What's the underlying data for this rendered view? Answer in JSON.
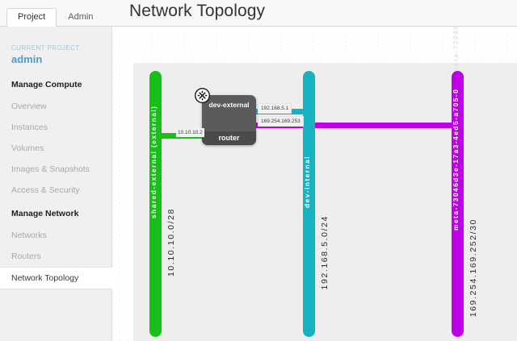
{
  "topbar": {
    "tabs": [
      {
        "label": "Project",
        "active": true
      },
      {
        "label": "Admin",
        "active": false
      }
    ],
    "title": "Network Topology"
  },
  "sidebar": {
    "current_project_label": "CURRENT PROJECT",
    "current_project_name": "admin",
    "groups": [
      {
        "heading": "Manage Compute",
        "items": [
          {
            "label": "Overview",
            "active": false
          },
          {
            "label": "Instances",
            "active": false
          },
          {
            "label": "Volumes",
            "active": false
          },
          {
            "label": "Images & Snapshots",
            "active": false
          },
          {
            "label": "Access & Security",
            "active": false
          }
        ]
      },
      {
        "heading": "Manage Network",
        "items": [
          {
            "label": "Networks",
            "active": false
          },
          {
            "label": "Routers",
            "active": false
          },
          {
            "label": "Network Topology",
            "active": true
          }
        ]
      }
    ]
  },
  "topology": {
    "networks": [
      {
        "id": "shared-external",
        "name": "shared-external (external)",
        "subnet": "10.10.10.0/28",
        "color": "#17c017"
      },
      {
        "id": "dev-internal",
        "name": "dev-internal",
        "subnet": "192.168.5.0/24",
        "color": "#16b2bf"
      },
      {
        "id": "meta",
        "name": "meta-73046d3e-17a3-4ed5-a705-0",
        "subnet": "169.254.169.252/30",
        "color": "#bf00e6"
      }
    ],
    "router": {
      "name": "dev-external",
      "type": "router",
      "icon": "router-icon"
    },
    "interfaces": [
      {
        "ip": "10.10.10.2",
        "network": "shared-external"
      },
      {
        "ip": "192.168.5.1",
        "network": "dev-internal"
      },
      {
        "ip": "169.254.169.253",
        "network": "meta"
      }
    ]
  }
}
